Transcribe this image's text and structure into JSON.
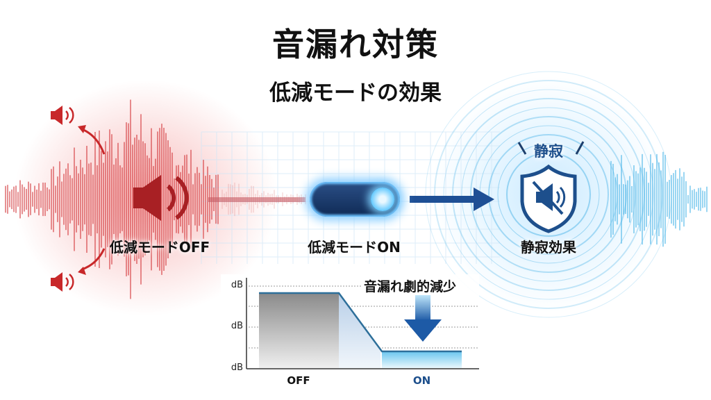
{
  "title": "音漏れ対策",
  "subtitle": "低減モードの効果",
  "labels": {
    "off_mode": "低減モードOFF",
    "on_mode": "低減モードON",
    "effect": "静寂効果",
    "quiet": "静寂"
  },
  "colors": {
    "red": "#c8282a",
    "blue": "#1d4f8c",
    "light_blue": "#4fb8ea"
  },
  "chart_data": {
    "type": "line",
    "categories": [
      "OFF",
      "ON"
    ],
    "y_tick_labels": [
      "dB",
      "dB",
      "dB"
    ],
    "annotation": "音漏れ劇的減少",
    "relative_levels": {
      "OFF": 85,
      "ON": 17
    },
    "ylim": [
      0,
      100
    ]
  }
}
